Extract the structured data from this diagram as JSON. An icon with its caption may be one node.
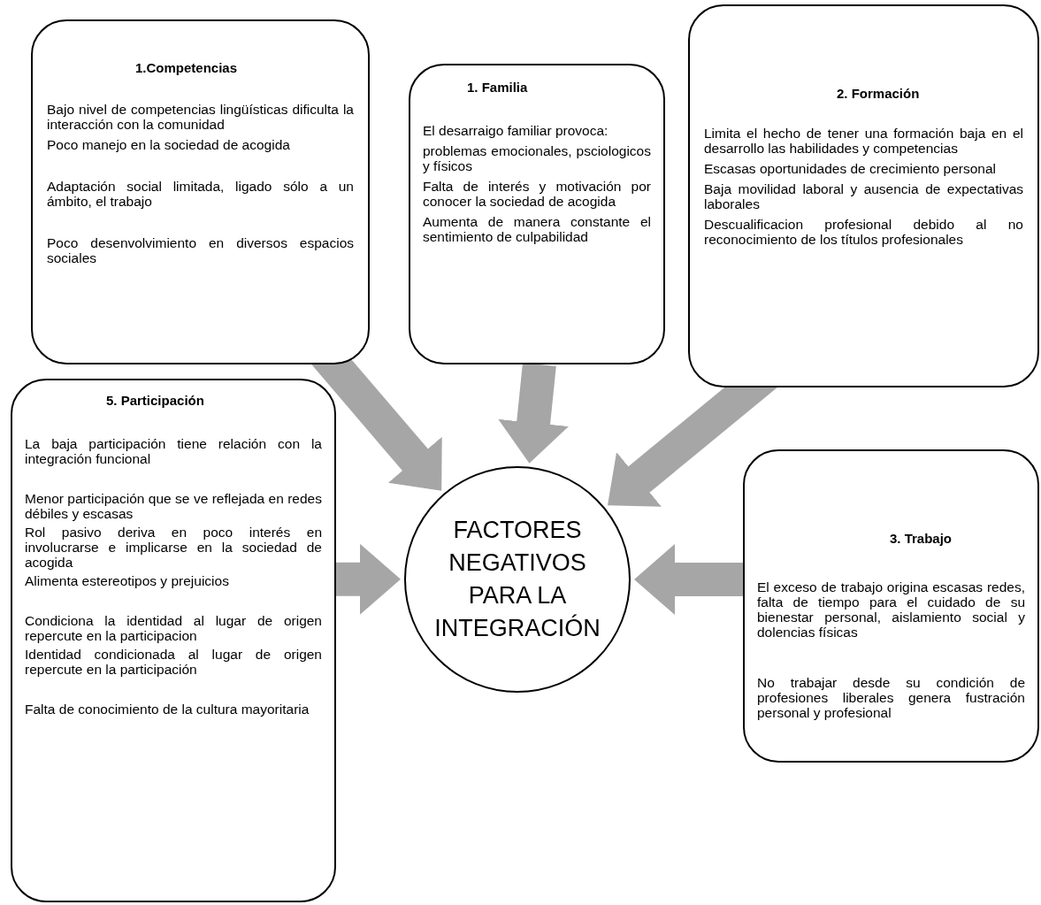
{
  "diagram": {
    "nodes": [
      {
        "text": [
          "1.Competencias",
          "Bajo nivel de competencias lingüísticas dificulta la interacción con la comunidad",
          "Poco manejo en la sociedad de acogida",
          "Adaptación social limitada, ligado sólo a un ámbito, el trabajo",
          "Poco desenvolvimiento en diversos espacios sociales"
        ]
      },
      {
        "text": [
          "1. Familia",
          "El desarraigo familiar provoca:",
          "problemas emocionales, psciologicos y físicos",
          "Falta de interés y motivación por conocer la sociedad de acogida",
          "Aumenta de manera constante el sentimiento de culpabilidad"
        ]
      },
      {
        "text": [
          "2. Formación",
          "Limita el hecho de tener una formación baja en el desarrollo las habilidades y competencias",
          "Escasas oportunidades de crecimiento personal",
          "Baja movilidad laboral y ausencia de expectativas laborales",
          "Descualificacion profesional debido al no reconocimiento de los títulos profesionales"
        ]
      },
      {
        "text": [
          "5. Participación",
          "La baja participación tiene relación con la integración funcional",
          "Menor participación que se ve reflejada en redes débiles y escasas",
          "Rol pasivo deriva en poco interés en involucrarse e implicarse en la sociedad de acogida",
          "Alimenta estereotipos y prejuicios",
          "Condiciona la identidad al lugar de origen repercute en la participacion",
          "Identidad condicionada al lugar de origen repercute en la participación",
          "Falta de conocimiento de la cultura mayoritaria"
        ]
      },
      {
        "text": [
          "FACTORES NEGATIVOS PARA LA INTEGRACIÓN"
        ]
      },
      {
        "text": [
          "3. Trabajo",
          "El exceso de trabajo origina escasas redes, falta de tiempo para el cuidado de su bienestar personal, aislamiento social y dolencias físicas",
          "No trabajar desde su condición de profesiones liberales genera fustración personal y profesional"
        ]
      }
    ],
    "edges": [
      {
        "from": 0,
        "to": 4,
        "arrow": "to"
      },
      {
        "from": 1,
        "to": 4,
        "arrow": "to"
      },
      {
        "from": 2,
        "to": 4,
        "arrow": "to"
      },
      {
        "from": 3,
        "to": 4,
        "arrow": "to"
      },
      {
        "from": 5,
        "to": 4,
        "arrow": "to"
      }
    ]
  }
}
